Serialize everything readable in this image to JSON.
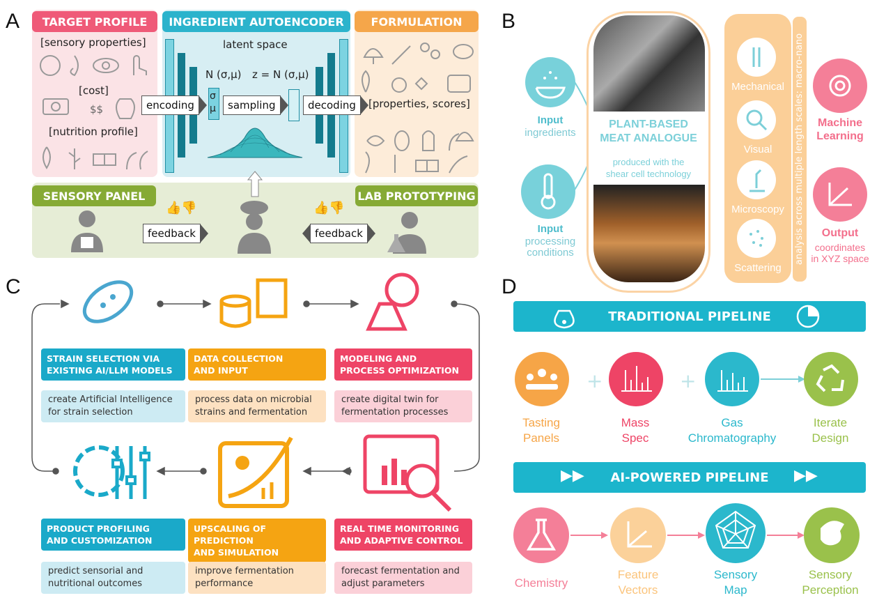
{
  "panel_letters": {
    "a": "A",
    "b": "B",
    "c": "C",
    "d": "D"
  },
  "panel_a": {
    "target_profile": {
      "title": "TARGET PROFILE",
      "sensory": "[sensory properties]",
      "cost": "[cost]",
      "dollars": "$$",
      "nutrition": "[nutrition profile]"
    },
    "autoencoder": {
      "title": "INGREDIENT AUTOENCODER",
      "latent": "latent space",
      "dist": "N (σ,μ)",
      "z": "z = N (σ,μ)",
      "sigma": "σ",
      "mu": "μ"
    },
    "formulation": {
      "title": "FORMULATION",
      "output": "[properties, scores]"
    },
    "arrows": {
      "encoding": "encoding",
      "sampling": "sampling",
      "decoding": "decoding"
    },
    "sensory_panel": "SENSORY PANEL",
    "lab_prototyping": "LAB PROTOTYPING",
    "feedback_left": "feedback",
    "feedback_right": "feedback",
    "colors": {
      "pink": "#ef5a78",
      "teal": "#2bb3cc",
      "orange": "#f5a64a",
      "green": "#86aa35"
    }
  },
  "panel_b": {
    "input_ingredients_title": "Input",
    "input_ingredients_sub": "ingredients",
    "input_processing_title": "Input",
    "input_processing_sub1": "processing",
    "input_processing_sub2": "conditions",
    "center_title1": "PLANT-BASED",
    "center_title2": "MEAT ANALOGUE",
    "center_sub1": "produced with the",
    "center_sub2": "shear cell technology",
    "methods": [
      "Mechanical",
      "Visual",
      "Microscopy",
      "Scattering"
    ],
    "vertical_text": "analysis across multiple length scales: macro-nano",
    "ml_title1": "Machine",
    "ml_title2": "Learning",
    "output_title": "Output",
    "output_sub1": "coordinates",
    "output_sub2": "in XYZ space"
  },
  "panel_c": {
    "steps": [
      {
        "title1": "STRAIN SELECTION VIA",
        "title2": "EXISTING AI/LLM MODELS",
        "desc1": "create Artificial Intelligence",
        "desc2": "for strain selection",
        "color": "#1aa9c9"
      },
      {
        "title1": "DATA COLLECTION",
        "title2": "AND INPUT",
        "desc1": "process data  on microbial",
        "desc2": "strains and fermentation",
        "color": "#f5a412"
      },
      {
        "title1": "MODELING AND",
        "title2": "PROCESS OPTIMIZATION",
        "desc1": "create digital twin for",
        "desc2": "fermentation processes",
        "color": "#ee4466"
      },
      {
        "title1": "PRODUCT PROFILING",
        "title2": "AND CUSTOMIZATION",
        "desc1": "predict sensorial and",
        "desc2": "nutritional outcomes",
        "color": "#1aa9c9"
      },
      {
        "title1": "UPSCALING OF PREDICTION",
        "title2": "AND SIMULATION",
        "desc1": "improve fermentation",
        "desc2": "performance",
        "color": "#f5a412"
      },
      {
        "title1": "REAL TIME MONITORING",
        "title2": "AND ADAPTIVE CONTROL",
        "desc1": "forecast fermentation and",
        "desc2": "adjust parameters",
        "color": "#ee4466"
      }
    ]
  },
  "panel_d": {
    "traditional_title": "TRADITIONAL PIPELINE",
    "ai_title": "AI-POWERED PIPELINE",
    "traditional": [
      {
        "l1": "Tasting",
        "l2": "Panels",
        "color": "#f6a547"
      },
      {
        "l1": "Mass",
        "l2": "Spec",
        "color": "#ee4466"
      },
      {
        "l1": "Gas",
        "l2": "Chromatography",
        "color": "#2bb8cc"
      },
      {
        "l1": "Iterate",
        "l2": "Design",
        "color": "#9ac14b"
      }
    ],
    "ai": [
      {
        "l1": "Chemistry",
        "l2": "",
        "color": "#ee4466"
      },
      {
        "l1": "Feature",
        "l2": "Vectors",
        "color": "#f8c06a"
      },
      {
        "l1": "Sensory",
        "l2": "Map",
        "color": "#2bb8cc"
      },
      {
        "l1": "Sensory",
        "l2": "Perception",
        "color": "#9ac14b"
      }
    ]
  }
}
